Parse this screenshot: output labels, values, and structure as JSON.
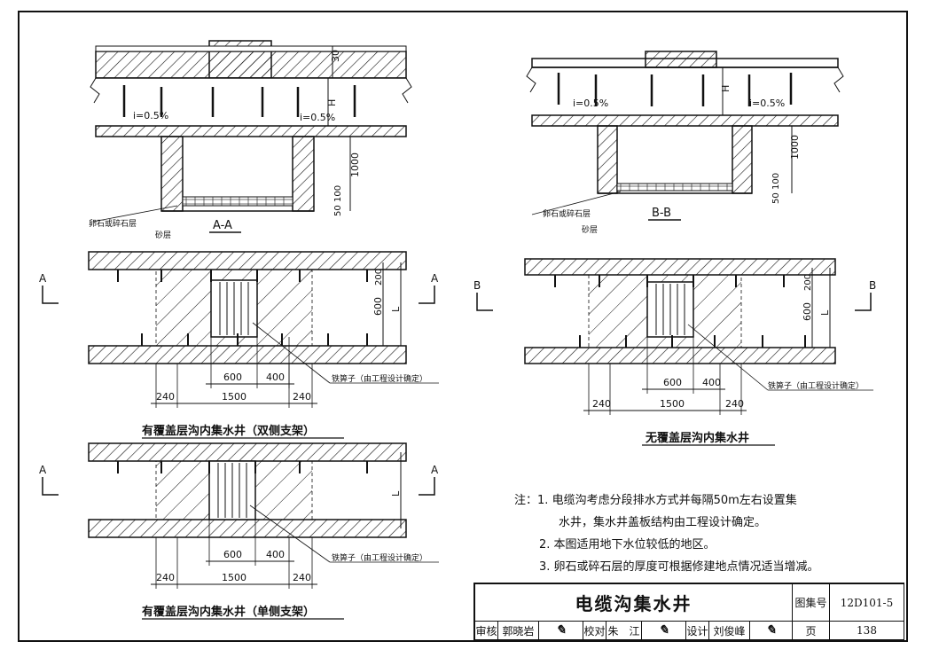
{
  "sections": {
    "aa_label": "A-A",
    "bb_label": "B-B",
    "slope_left": "i=0.5%",
    "slope_right": "i=0.5%",
    "dim_30": "30",
    "dim_h": "H",
    "dim_1000": "1000",
    "dim_100": "100",
    "dim_50": "50",
    "gravel_layer": "卵石或碎石层",
    "sand_layer": "砂层"
  },
  "plans": {
    "dim_600": "600",
    "dim_400": "400",
    "dim_240": "240",
    "dim_1500": "1500",
    "dim_200": "200",
    "dim_l": "L",
    "grate_label": "铁箅子（由工程设计确定）",
    "marker_a": "A",
    "marker_b": "B",
    "caption_double": "有覆盖层沟内集水井（双侧支架）",
    "caption_none": "无覆盖层沟内集水井",
    "caption_single": "有覆盖层沟内集水井（单侧支架）"
  },
  "notes": {
    "prefix": "注：",
    "items": [
      {
        "num": "1.",
        "lines": [
          "电缆沟考虑分段排水方式并每隔50m左右设置集",
          "水井，集水井盖板结构由工程设计确定。"
        ]
      },
      {
        "num": "2.",
        "lines": [
          "本图适用地下水位较低的地区。"
        ]
      },
      {
        "num": "3.",
        "lines": [
          "卵石或碎石层的厚度可根据修建地点情况适当增减。"
        ]
      }
    ]
  },
  "title_block": {
    "title": "电缆沟集水井",
    "atlas_label": "图集号",
    "atlas_no": "12D101-5",
    "review_label": "审核",
    "review_name": "郭晓岩",
    "check_label": "校对",
    "check_name": "朱　江",
    "design_label": "设计",
    "design_name": "刘俊峰",
    "page_label": "页",
    "page_no": "138"
  }
}
